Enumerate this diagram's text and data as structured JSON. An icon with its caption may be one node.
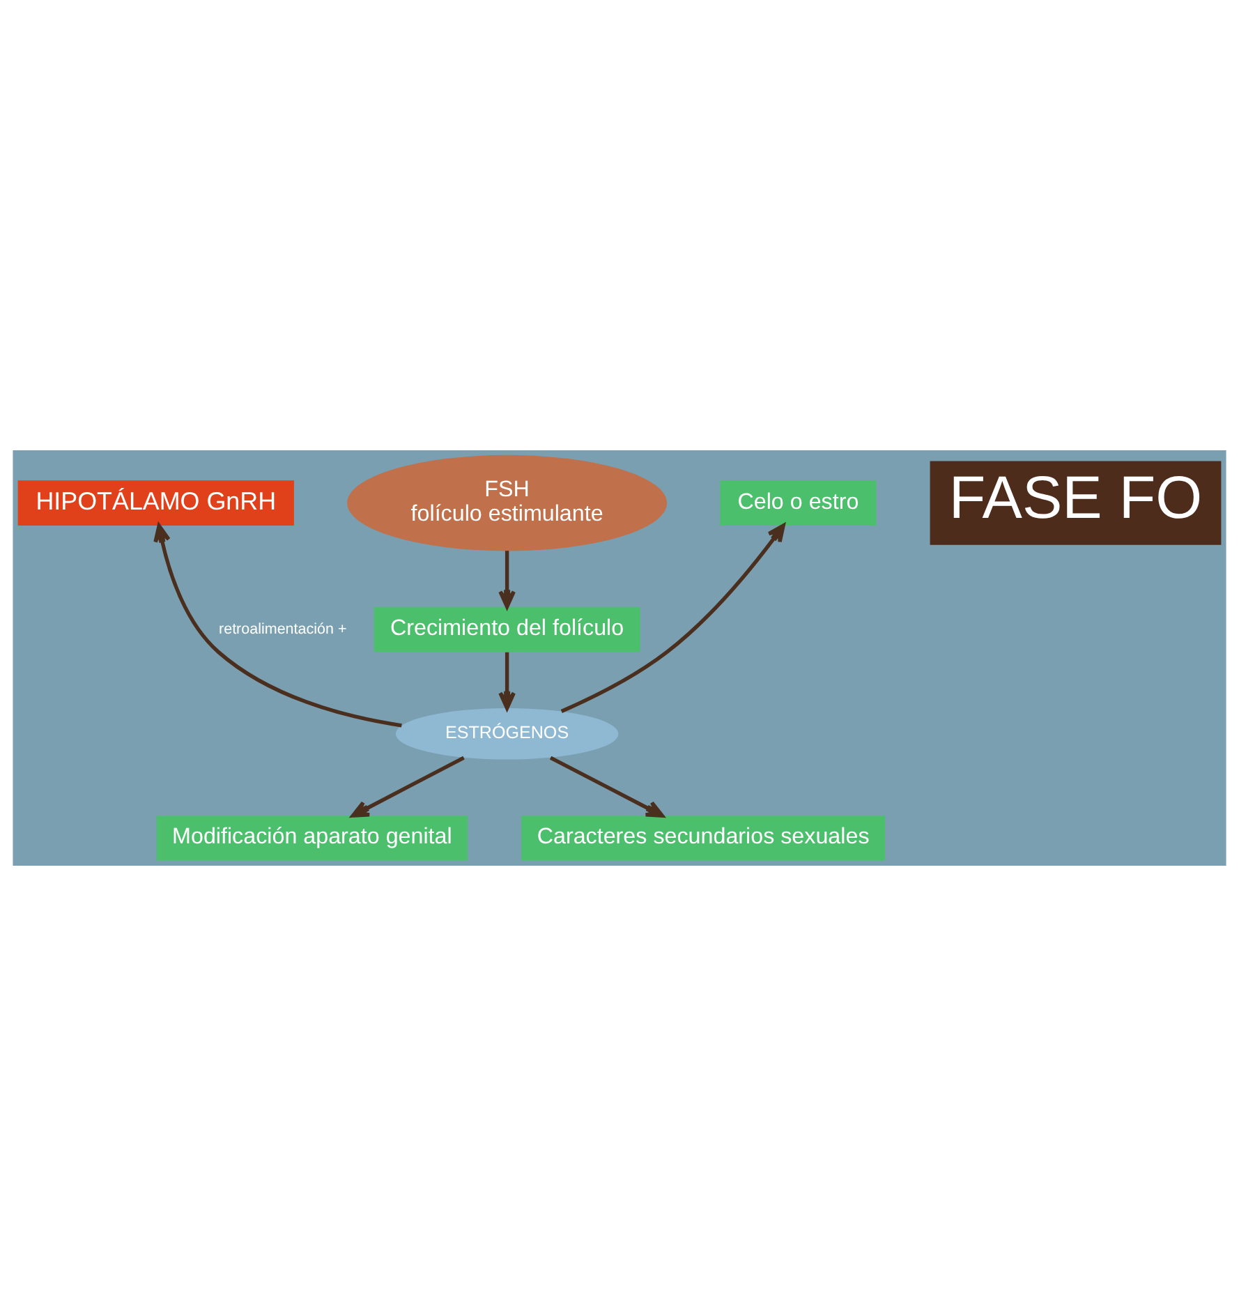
{
  "diagram": {
    "nodes": [
      {
        "text": [
          "HIPOTÁLAMO GnRH"
        ]
      },
      {
        "text": [
          "FSH",
          "folículo estimulante"
        ]
      },
      {
        "text": [
          "FASE FO"
        ]
      },
      {
        "text": [
          "Crecimiento del folículo"
        ]
      },
      {
        "text": [
          "Celo o estro"
        ]
      },
      {
        "text": [
          "ESTRÓGENOS"
        ]
      },
      {
        "text": [
          "Modificación aparato genital"
        ]
      },
      {
        "text": [
          "Caracteres secundarios sexuales"
        ]
      }
    ],
    "edges": [
      {
        "from": 5,
        "to": 0,
        "arrow": "to",
        "label": "retroalimentación +"
      },
      {
        "from": 1,
        "to": 3,
        "arrow": "to"
      },
      {
        "from": 3,
        "to": 5,
        "arrow": "to"
      },
      {
        "from": 5,
        "to": 4,
        "arrow": "to"
      },
      {
        "from": 5,
        "to": 6,
        "arrow": "to"
      },
      {
        "from": 5,
        "to": 7,
        "arrow": "to"
      }
    ]
  }
}
